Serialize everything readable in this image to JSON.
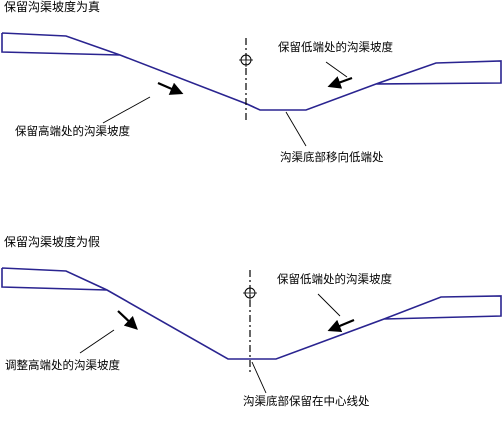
{
  "colors": {
    "profile": "#2a2490",
    "leader": "#000000",
    "centerline": "#000000",
    "background": "#ffffff"
  },
  "top_panel": {
    "title": "保留沟渠坡度为真",
    "labels": {
      "low_end": "保留低端处的沟渠坡度",
      "high_end": "保留高端处的沟渠坡度",
      "bottom": "沟渠底部移向低端处"
    }
  },
  "bottom_panel": {
    "title": "保留沟渠坡度为假",
    "labels": {
      "low_end": "保留低端处的沟渠坡度",
      "high_end": "调整高端处的沟渠坡度",
      "bottom": "沟渠底部保留在中心线处"
    }
  },
  "icons": [
    "centerline-marker-icon",
    "slope-arrow-icon"
  ]
}
